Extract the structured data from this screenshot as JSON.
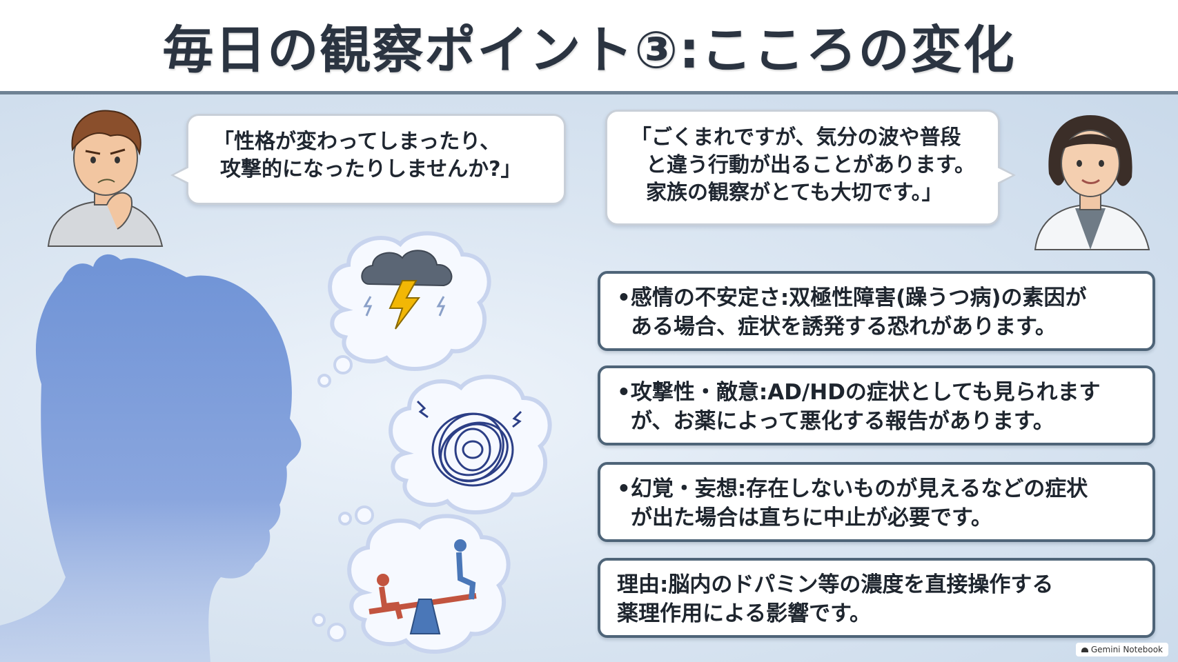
{
  "title": "毎日の観察ポイント③:こころの変化",
  "parent_speech": {
    "lines": [
      "「性格が変わってしまったり、",
      "攻撃的になったりしませんか?」"
    ]
  },
  "doctor_speech": {
    "lines": [
      "「ごくまれですが、気分の波や普段",
      "と違う行動が出ることがあります。",
      "家族の観察がとても大切です。」"
    ]
  },
  "points": [
    {
      "lines": [
        "•感情の不安定さ:双極性障害(躁うつ病)の素因が",
        "ある場合、症状を誘発する恐れがあります。"
      ]
    },
    {
      "lines": [
        "•攻撃性・敵意:AD/HDの症状としても見られます",
        "が、お薬によって悪化する報告があります。"
      ]
    },
    {
      "lines": [
        "•幻覚・妄想:存在しないものが見えるなどの症状",
        "が出た場合は直ちに中止が必要です。"
      ]
    },
    {
      "lines": [
        "理由:脳内のドパミン等の濃度を直接操作する",
        "薬理作用による影響です。"
      ]
    }
  ],
  "watermark": "Gemini Notebook",
  "icons": {
    "parent": "worried-parent-icon",
    "doctor": "doctor-icon",
    "child": "child-silhouette-icon",
    "storm": "storm-cloud-icon",
    "scribble": "tangled-scribble-icon",
    "seesaw": "seesaw-icon"
  },
  "colors": {
    "title": "#2b3441",
    "card_border": "#4e6478",
    "background": "#dbe6f2",
    "silhouette": "#7f9fd6",
    "lightning": "#f2b705"
  }
}
